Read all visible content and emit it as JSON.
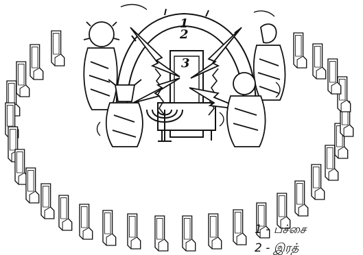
{
  "diagram": {
    "markers": [
      "1",
      "2",
      "3"
    ],
    "legend": [
      "1 - பச்சை",
      "2 - இரத்"
    ],
    "colors": {
      "ink": "#111111",
      "paper": "#ffffff"
    }
  }
}
